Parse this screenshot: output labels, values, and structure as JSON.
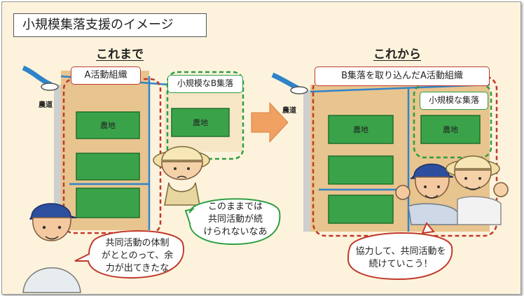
{
  "title": "小規模集落支援のイメージ",
  "before": {
    "heading": "これまで",
    "org_label": "A活動組織",
    "village_label": "小規模なB集落",
    "road_label": "農道",
    "field_label": "農地",
    "worker_speech": "共同活動の体制\nがととのって、余\n力が出てきたな",
    "elder_speech": "このままでは\n共同活動が続\nけられないなあ"
  },
  "after": {
    "heading": "これから",
    "org_label": "B集落を取り込んだA活動組織",
    "village_label": "小規模な集落",
    "road_label": "農道",
    "field_label": "農地",
    "speech": "協力して、共同活動を\n続けていこう！"
  },
  "colors": {
    "background": "#fdf3dc",
    "land": "#e8c48e",
    "field": "#3aa34a",
    "river": "#2f84c9",
    "org_border": "#c0392b",
    "village_border": "#2e9e44",
    "arrow": "#f0a060"
  }
}
